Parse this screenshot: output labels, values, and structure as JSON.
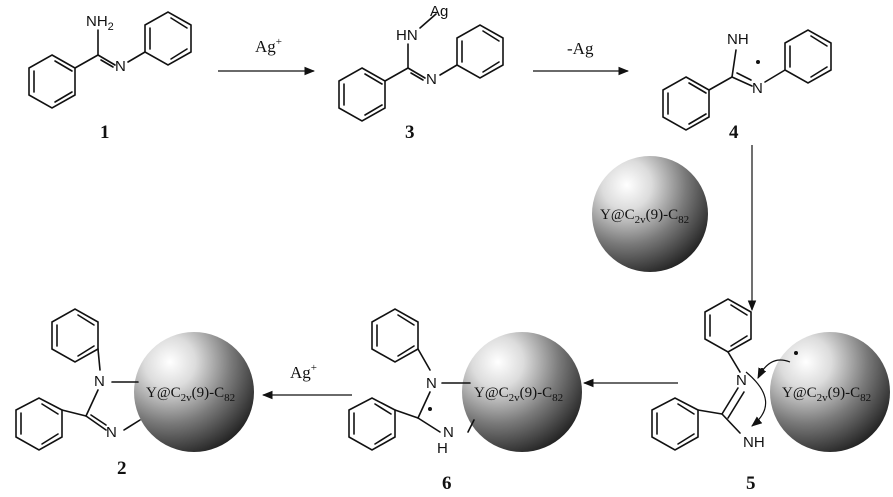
{
  "atoms": {
    "nh2": "NH",
    "nh2_sub": "2",
    "n": "N",
    "hn": "HN",
    "nh": "NH",
    "h": "H",
    "ag": "Ag"
  },
  "reagents": {
    "step_1_3": "Ag",
    "step_1_3_sup": "+",
    "step_3_4": "-Ag",
    "step_6_2": "Ag",
    "step_6_2_sup": "+"
  },
  "fullerene": {
    "pre": "Y@C",
    "sub1": "2v",
    "mid": "(9)-C",
    "sub2": "82"
  },
  "compounds": [
    "1",
    "3",
    "4",
    "5",
    "6",
    "2"
  ],
  "colors": {
    "ink": "#111111",
    "sphere_highlight": "#ffffff",
    "sphere_shadow": "#1a1a1a"
  }
}
